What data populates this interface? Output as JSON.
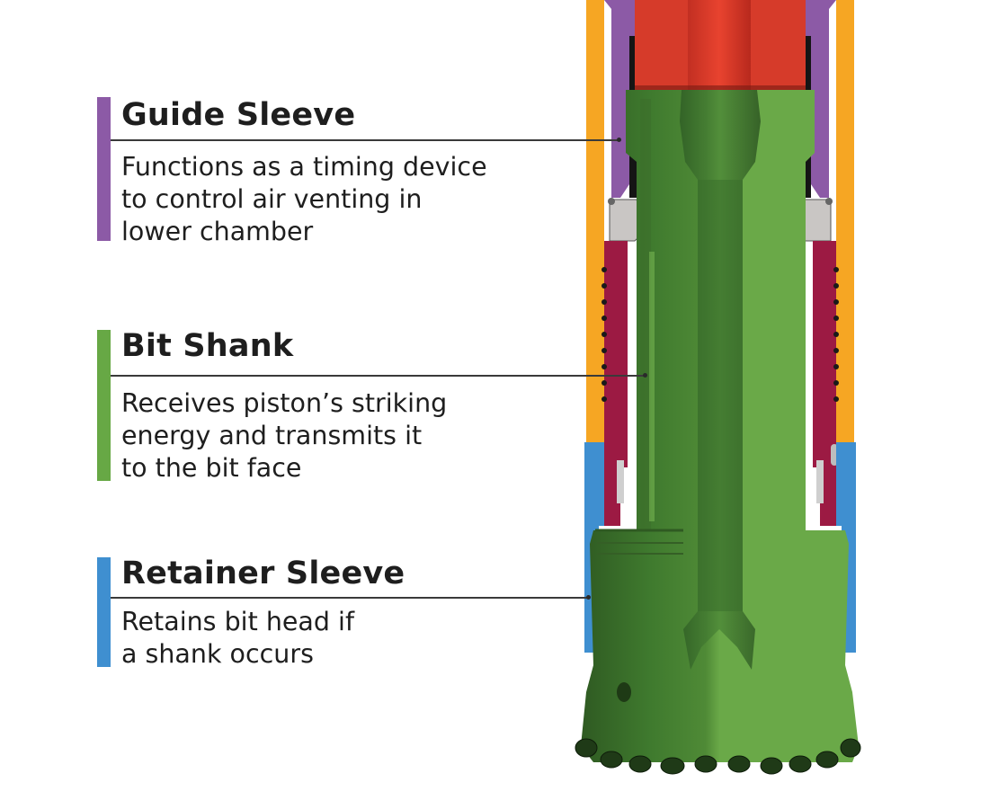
{
  "diagram": {
    "subject": "DTH hammer lower section cross-section",
    "colors": {
      "guide_sleeve": "#8c5aa6",
      "bit_shank": "#67a845",
      "retainer_sleeve": "#3f8fd0",
      "outer_casing": "#f6a623",
      "piston": "#d63b2a",
      "chuck": "#9c1a43",
      "bit_dark": "#3c6b2a",
      "stop_ring": "#c9c6c4",
      "leader_line": "#3a3a3a"
    }
  },
  "callouts": [
    {
      "title": "Guide Sleeve",
      "description_lines": [
        "Functions as a timing device",
        "to control air venting in",
        "lower chamber"
      ],
      "color": "#8c5aa6"
    },
    {
      "title": "Bit Shank",
      "description_lines": [
        "Receives piston’s striking",
        "energy and transmits it",
        "to the bit face"
      ],
      "color": "#67a845"
    },
    {
      "title": "Retainer Sleeve",
      "description_lines": [
        "Retains bit head if",
        "a shank occurs"
      ],
      "color": "#3f8fd0"
    }
  ]
}
